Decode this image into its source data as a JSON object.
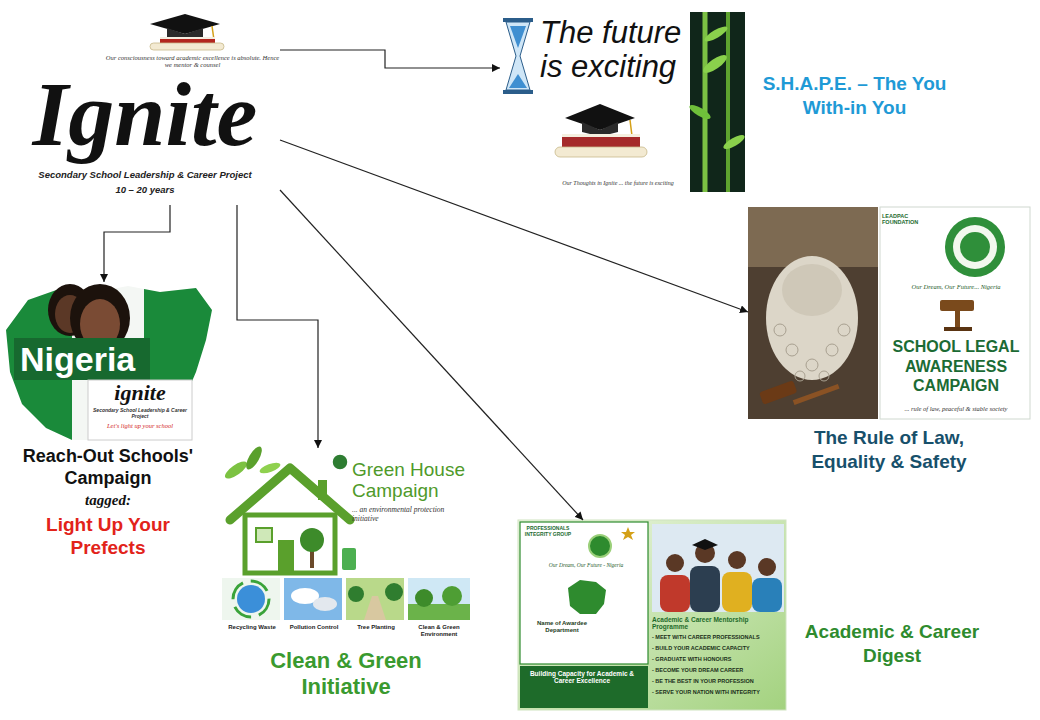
{
  "diagram": {
    "nodes": [
      {
        "text": [
          "Our consciousness toward academic excellence is absolute. Hence we mentor & counsel",
          "Ignite",
          "Secondary School Leadership & Career Project",
          "10 – 20 years"
        ]
      },
      {
        "text": [
          "The future is exciting",
          "Our Thoughts in Ignite ... the future is exciting",
          "S.H.A.P.E. – The You With-in You"
        ]
      },
      {
        "text": [
          "LEADPAC FOUNDATION",
          "Our Dream, Our Future... Nigeria",
          "SCHOOL LEGAL AWARENESS CAMPAIGN",
          "... rule of law, peaceful & stable society",
          "The Rule of Law, Equality & Safety"
        ]
      },
      {
        "text": [
          "Nigeria",
          "ignite",
          "Secondary School Leadership & Career Project",
          "Let's light up your school",
          "Reach-Out Schools' Campaign",
          "tagged:",
          "Light Up Your Prefects"
        ]
      },
      {
        "text": [
          "Green House Campaign",
          "... an environmental protection initiative",
          "Recycling Waste",
          "Pollution Control",
          "Tree Planting",
          "Clean & Green Environment",
          "Clean & Green Initiative"
        ]
      },
      {
        "text": [
          "PROFESSIONALS INTEGRITY GROUP",
          "Our Dream, Our Future - Nigeria",
          "Name of Awardee Department",
          "Building Capacity for Academic & Career Excellence",
          "Academic & Career Mentorship Programme",
          "- MEET WITH CAREER PROFESSIONALS",
          "- BUILD YOUR ACADEMIC CAPACITY",
          "- GRADUATE WITH HONOURS",
          "- BECOME YOUR DREAM CAREER",
          "- BE THE BEST IN YOUR PROFESSION",
          "- SERVE YOUR NATION WITH INTEGRITY",
          "Academic & Career Digest"
        ]
      }
    ],
    "edges": [
      {
        "from": 0,
        "to": 1,
        "arrow": "to"
      },
      {
        "from": 0,
        "to": 2,
        "arrow": "to"
      },
      {
        "from": 0,
        "to": 3,
        "arrow": "to"
      },
      {
        "from": 0,
        "to": 4,
        "arrow": "to"
      },
      {
        "from": 0,
        "to": 5,
        "arrow": "to"
      }
    ]
  }
}
